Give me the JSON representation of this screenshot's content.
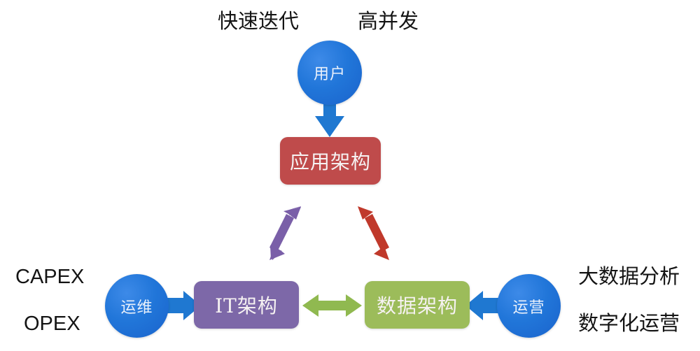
{
  "diagram": {
    "title": "enterprise-architecture-diagram",
    "nodes": {
      "user_circle": "用户",
      "app_arch": "应用架构",
      "ops_circle": "运维",
      "it_arch": "IT架构",
      "data_arch": "数据架构",
      "biz_circle": "运营"
    },
    "annotations": {
      "top_left": "快速迭代",
      "top_right": "高并发",
      "left_upper": "CAPEX",
      "left_lower": "OPEX",
      "right_upper": "大数据分析",
      "right_lower": "数字化运营"
    },
    "colors": {
      "circle_blue": "#2176d9",
      "app_red": "#bf4b4b",
      "it_purple": "#7d68a8",
      "data_green": "#9cbc5a",
      "arrow_blue": "#1f78d1",
      "arrow_purple": "#7a5fa8",
      "arrow_red": "#c0392b",
      "arrow_green": "#90b950",
      "text_dark": "#141414"
    },
    "arrows": {
      "user_to_app": "down-arrow-blue",
      "app_to_it": "double-arrow-purple",
      "app_to_data": "double-arrow-red",
      "it_to_data": "double-arrow-green",
      "ops_to_it": "right-arrow-blue",
      "biz_to_data": "left-arrow-blue"
    }
  }
}
